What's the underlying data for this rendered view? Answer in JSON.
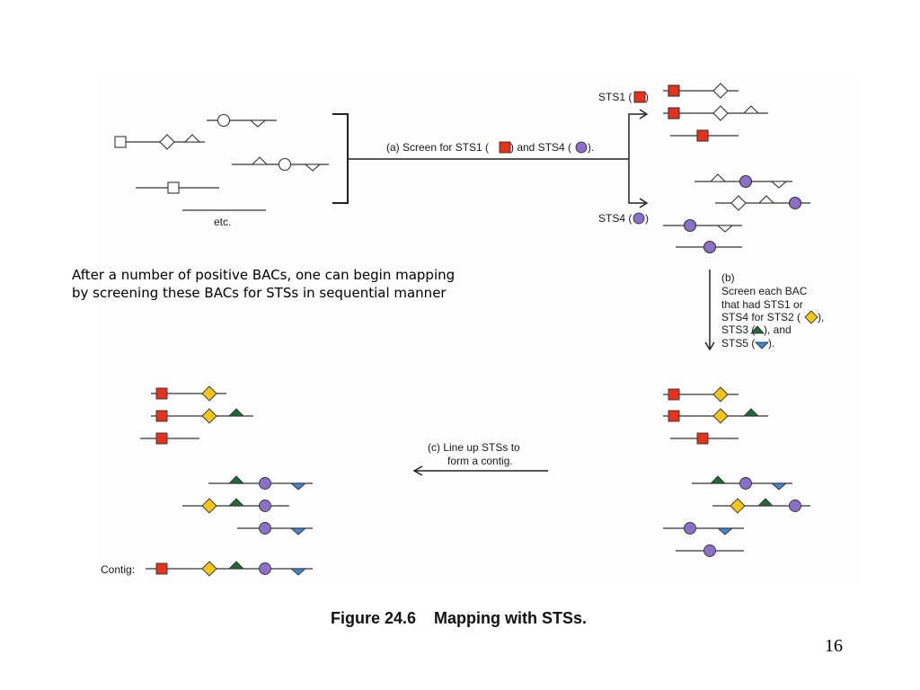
{
  "labels": {
    "sts1_arrow": "STS1 (",
    "sts4_arrow": "STS4 (",
    "close_paren": ")",
    "step_a_prefix": "(a)  Screen for STS1 (",
    "step_a_mid": ") and STS4 (",
    "step_a_end": ").",
    "etc": "etc.",
    "step_b_1": "(b)",
    "step_b_2": "Screen each BAC",
    "step_b_3": "that had STS1 or",
    "step_b_4_prefix": "STS4 for STS2 (",
    "step_b_4_end": "),",
    "step_b_5_prefix": "STS3 (",
    "step_b_5_end": "), and",
    "step_b_6_prefix": "STS5 (",
    "step_b_6_end": ").",
    "step_c_1": "(c)  Line up STSs to",
    "step_c_2": "form a contig.",
    "contig": "Contig:"
  },
  "note": "After a number of positive BACs, one can begin mapping by screening these BACs for STSs in sequential manner",
  "caption": {
    "number": "Figure 24.6",
    "title": "Mapping with STSs."
  },
  "page_number": "16",
  "colors": {
    "sts1": "#e8311c",
    "sts2": "#f5c518",
    "sts3": "#1e6b35",
    "sts4": "#8c6fc8",
    "sts5": "#3f86d6",
    "line": "#333333",
    "panel": "#fdfdfd"
  },
  "marker_legend": {
    "sts1": "square",
    "sts2": "diamond",
    "sts3": "triangle-up",
    "sts4": "circle",
    "sts5": "triangle-down"
  }
}
